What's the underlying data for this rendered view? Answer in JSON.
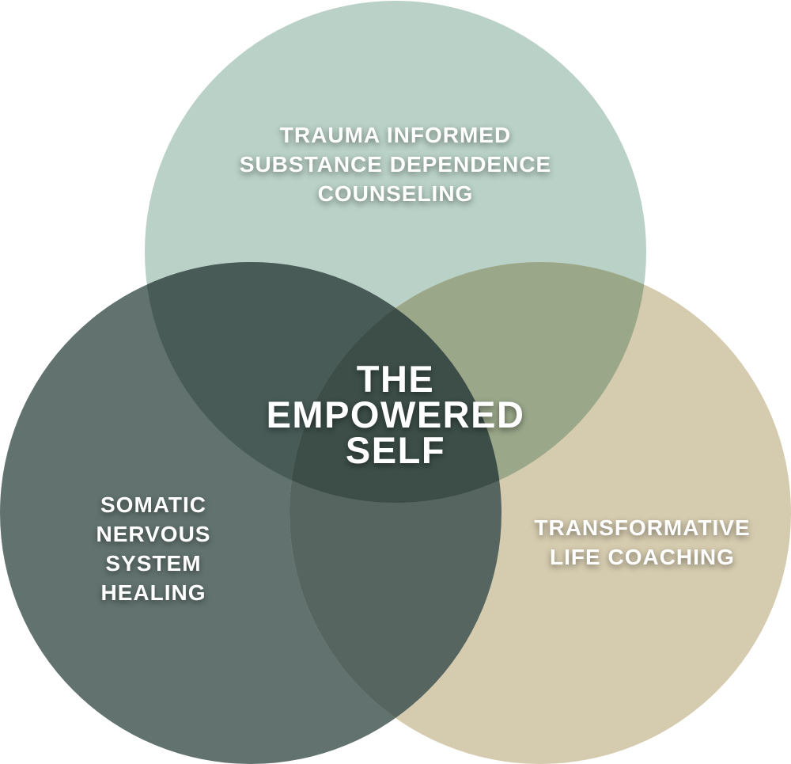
{
  "diagram": {
    "type": "venn",
    "center_label": [
      "THE",
      "EMPOWERED",
      "SELF"
    ],
    "circles": [
      {
        "id": "top",
        "label": [
          "TRAUMA INFORMED",
          "SUBSTANCE DEPENDENCE",
          "COUNSELING"
        ],
        "color": "#b9d1c6"
      },
      {
        "id": "left",
        "label": [
          "SOMATIC",
          "NERVOUS",
          "SYSTEM",
          "HEALING"
        ],
        "color": "#62736f"
      },
      {
        "id": "right",
        "label": [
          "TRANSFORMATIVE",
          "LIFE COACHING"
        ],
        "color": "#d5cbaf"
      }
    ],
    "overlap_colors": {
      "top_left": "#485b57",
      "top_right": "#9aa789",
      "left_right": "#566560",
      "all": "#3c4e47"
    }
  }
}
